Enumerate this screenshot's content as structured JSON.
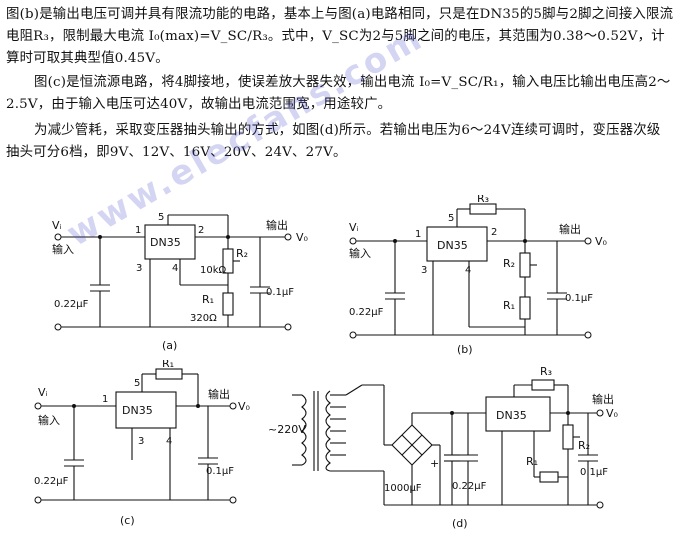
{
  "text": {
    "p1": "图(b)是输出电压可调并具有限流功能的电路，基本上与图(a)电路相同，只是在DN35的5脚与2脚之间接入限流电阻R₃，限制最大电流 I₀(max)=V_SC/R₃。式中，V_SC为2与5脚之间的电压，其范围为0.38～0.52V，计算时可取其典型值0.45V。",
    "p2": "图(c)是恒流源电路，将4脚接地，使误差放大器失效，输出电流 I₀=V_SC/R₁，输入电压比输出电压高2～2.5V，由于输入电压可达40V，故输出电流范围宽，用途较广。",
    "p3": "为减少管耗，采取变压器抽头输出的方式，如图(d)所示。若输出电压为6～24V连续可调时，变压器次级抽头可分6档，即9V、12V、16V、20V、24V、27V。"
  },
  "watermark": "www.elecfans.com",
  "circuits": {
    "a": {
      "caption": "(a)",
      "chip": "DN35",
      "vi": "Vᵢ",
      "in_label": "输入",
      "out_label": "输出",
      "vo": "V₀",
      "pin1": "1",
      "pin2": "2",
      "pin3": "3",
      "pin4": "4",
      "pin5": "5",
      "r2": "R₂",
      "r2_val": "10kΩ",
      "r1": "R₁",
      "r1_val": "320Ω",
      "c_in": "0.22μF",
      "c_out": "0.1μF"
    },
    "b": {
      "caption": "(b)",
      "chip": "DN35",
      "vi": "Vᵢ",
      "in_label": "输入",
      "out_label": "输出",
      "vo": "V₀",
      "pin1": "1",
      "pin2": "2",
      "pin3": "3",
      "pin4": "4",
      "pin5": "5",
      "r3": "R₃",
      "r2": "R₂",
      "r1": "R₁",
      "c_in": "0.22μF",
      "c_out": "0.1μF"
    },
    "c": {
      "caption": "(c)",
      "chip": "DN35",
      "vi": "Vᵢ",
      "in_label": "输入",
      "out_label": "输出",
      "vo": "V₀",
      "pin1": "1",
      "pin3": "3",
      "pin4": "4",
      "pin5": "5",
      "r1": "R₁",
      "c_in": "0.22μF",
      "c_out": "0.1μF"
    },
    "d": {
      "caption": "(d)",
      "chip": "DN35",
      "ac": "~220V",
      "out_label": "输出",
      "vo": "V₀",
      "r3": "R₃",
      "r2": "R₂",
      "r1": "R₁",
      "c1": "1000μF",
      "c2": "0.22μF",
      "c3": "0.1μF",
      "plus": "+"
    }
  }
}
